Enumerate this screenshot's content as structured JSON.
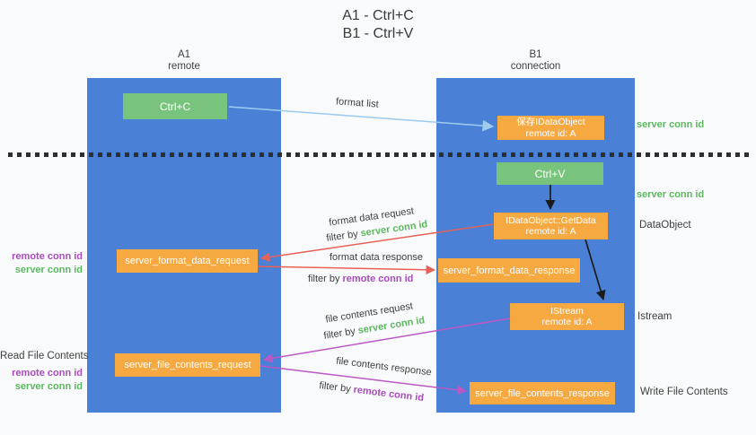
{
  "title": {
    "line1": "A1 - Ctrl+C",
    "line2": "B1 - Ctrl+V"
  },
  "columns": {
    "left": {
      "name": "A1",
      "role": "remote"
    },
    "right": {
      "name": "B1",
      "role": "connection"
    }
  },
  "nodes": {
    "ctrl_c": {
      "label": "Ctrl+C"
    },
    "ctrl_v": {
      "label": "Ctrl+V"
    },
    "save_idataobject": {
      "line1": "保存IDataObject",
      "line2": "remote id: A"
    },
    "idataobject_getdata": {
      "line1": "IDataObject::GetData",
      "line2": "remote id: A"
    },
    "istream": {
      "line1": "IStream",
      "line2": "remote id: A"
    },
    "server_format_data_request": {
      "label": "server_format_data_request"
    },
    "server_format_data_response": {
      "label": "server_format_data_response"
    },
    "server_file_contents_request": {
      "label": "server_file_contents_request"
    },
    "server_file_contents_response": {
      "label": "server_file_contents_response"
    }
  },
  "flow_labels": {
    "format_list": "format list",
    "format_data_request": "format data request",
    "format_data_request_filter_prefix": "filter by ",
    "format_data_request_filter_id": "server conn id",
    "format_data_response": "format data response",
    "format_data_response_filter_prefix": "filter by ",
    "format_data_response_filter_id": "remote conn id",
    "file_contents_request": "file contents request",
    "file_contents_request_filter_prefix": "filter by ",
    "file_contents_request_filter_id": "server conn id",
    "file_contents_response": "file contents response",
    "file_contents_response_filter_prefix": "filter by ",
    "file_contents_response_filter_id": "remote conn id"
  },
  "side_labels": {
    "right_server_conn_id_top": "server conn id",
    "right_server_conn_id_mid": "server conn id",
    "dataobject": "DataObject",
    "istream": "Istream",
    "write_file_contents": "Write File Contents",
    "read_file_contents": "Read File Contents",
    "left_remote_conn_id_1": "remote conn id",
    "left_server_conn_id_1": "server conn id",
    "left_remote_conn_id_2": "remote conn id",
    "left_server_conn_id_2": "server conn id"
  },
  "colors": {
    "column_blue": "#4a80d6",
    "box_green": "#79c47d",
    "box_orange": "#f7a941",
    "arrow_light_blue": "#9dcbf0",
    "arrow_red": "#e66157",
    "arrow_magenta": "#bb58c5",
    "text_green": "#5cb860",
    "text_purple": "#a84cbb"
  }
}
